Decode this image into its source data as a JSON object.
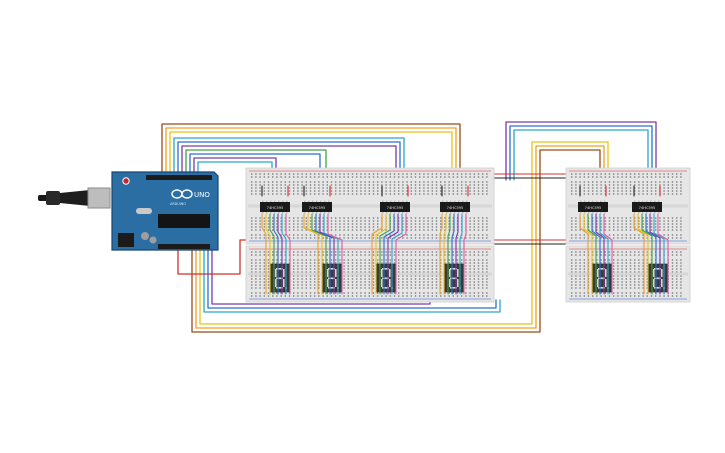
{
  "board": {
    "name_text": "UNO",
    "brand_text": "ARDUINO",
    "colors": {
      "pcb": "#2a6ea3",
      "pcb_dark": "#1d5484",
      "pcb_edge": "#164775"
    }
  },
  "chips": [
    {
      "label": "74HC595"
    },
    {
      "label": "74HC595"
    },
    {
      "label": "74HC595"
    },
    {
      "label": "74HC595"
    },
    {
      "label": "74HC595"
    },
    {
      "label": "74HC595"
    }
  ],
  "displays": [
    {
      "digit": "8"
    },
    {
      "digit": "8"
    },
    {
      "digit": "8"
    },
    {
      "digit": "8"
    },
    {
      "digit": "8"
    },
    {
      "digit": "8"
    }
  ],
  "wire_colors": {
    "orange": "#f0a020",
    "yellow": "#e8c21a",
    "brown": "#9a4a1c",
    "purple": "#7a3aa8",
    "blue": "#2c6fd1",
    "cyan": "#2aa6c9",
    "green": "#43a047",
    "red": "#d32f2f",
    "black": "#222222",
    "pink": "#e05ca0"
  },
  "breadboard_colors": {
    "body": "#e6e6e6",
    "hole": "#7b7b7b",
    "rail_red": "#d32f2f",
    "rail_blue": "#2f5bd3"
  },
  "segment_color": "#2b2b2b"
}
